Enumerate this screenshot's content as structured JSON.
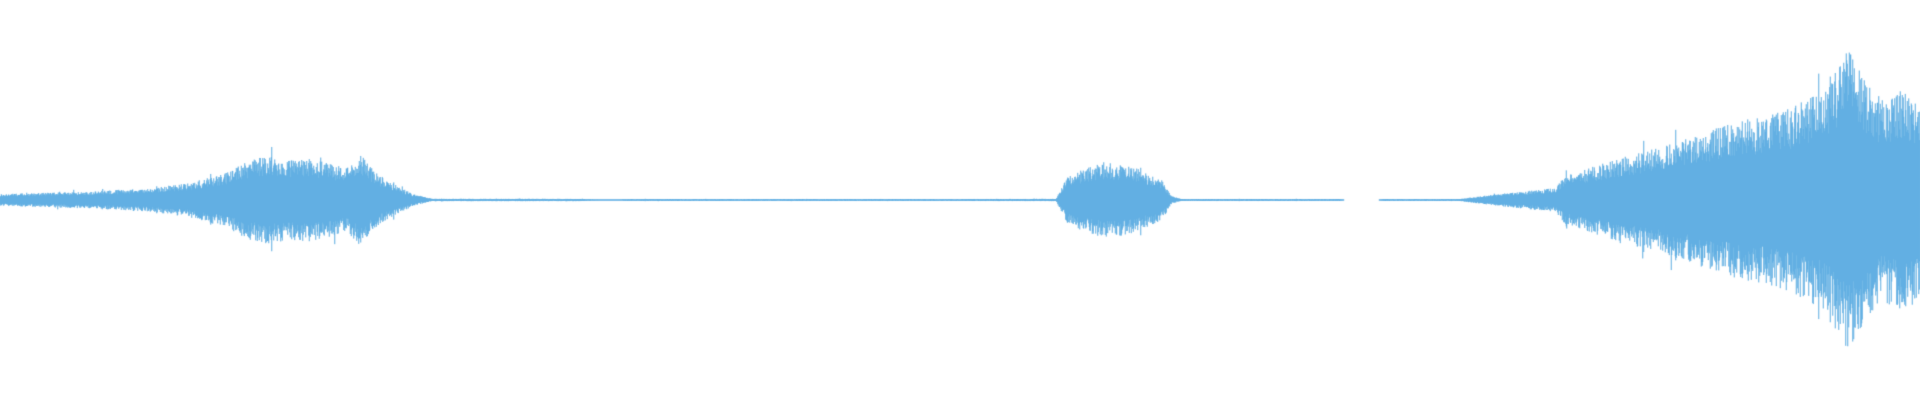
{
  "waveform": {
    "color": "#5dade2",
    "background": "#ffffff",
    "envelope": [
      [
        0.0,
        0.03
      ],
      [
        0.02,
        0.035
      ],
      [
        0.05,
        0.045
      ],
      [
        0.08,
        0.06
      ],
      [
        0.1,
        0.09
      ],
      [
        0.115,
        0.13
      ],
      [
        0.13,
        0.2
      ],
      [
        0.14,
        0.22
      ],
      [
        0.15,
        0.2
      ],
      [
        0.16,
        0.21
      ],
      [
        0.17,
        0.19
      ],
      [
        0.18,
        0.16
      ],
      [
        0.188,
        0.23
      ],
      [
        0.195,
        0.14
      ],
      [
        0.205,
        0.08
      ],
      [
        0.215,
        0.03
      ],
      [
        0.225,
        0.006
      ],
      [
        0.3,
        0.006
      ],
      [
        0.31,
        0.004
      ],
      [
        0.32,
        0.0
      ],
      [
        0.325,
        0.005
      ],
      [
        0.47,
        0.005
      ],
      [
        0.5,
        0.005
      ],
      [
        0.55,
        0.006
      ],
      [
        0.556,
        0.12
      ],
      [
        0.565,
        0.16
      ],
      [
        0.575,
        0.19
      ],
      [
        0.59,
        0.17
      ],
      [
        0.605,
        0.1
      ],
      [
        0.61,
        0.02
      ],
      [
        0.615,
        0.005
      ],
      [
        0.698,
        0.005
      ],
      [
        0.7,
        0.0
      ],
      [
        0.718,
        0.0
      ],
      [
        0.72,
        0.005
      ],
      [
        0.76,
        0.005
      ],
      [
        0.78,
        0.03
      ],
      [
        0.81,
        0.06
      ],
      [
        0.815,
        0.12
      ],
      [
        0.84,
        0.2
      ],
      [
        0.87,
        0.28
      ],
      [
        0.9,
        0.38
      ],
      [
        0.93,
        0.45
      ],
      [
        0.95,
        0.55
      ],
      [
        0.963,
        0.76
      ],
      [
        0.97,
        0.62
      ],
      [
        0.98,
        0.5
      ],
      [
        0.99,
        0.56
      ],
      [
        1.0,
        0.48
      ]
    ]
  }
}
